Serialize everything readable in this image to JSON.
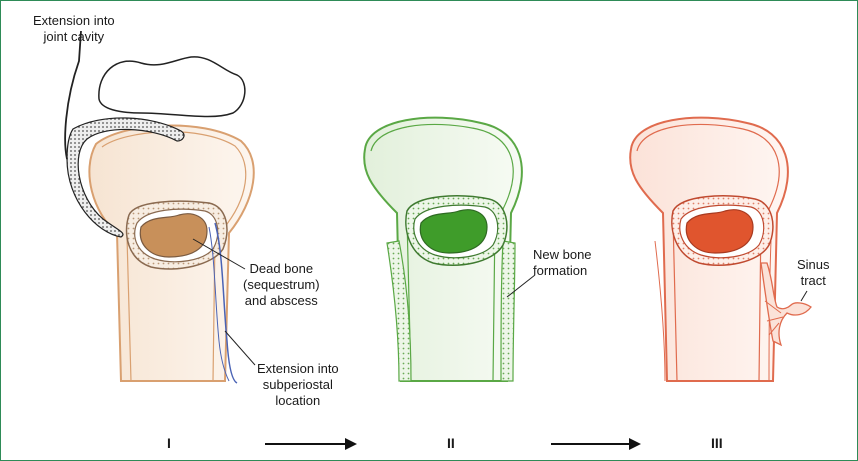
{
  "labels": {
    "joint": "Extension into\njoint cavity",
    "dead_bone": "Dead bone\n(sequestrum)\nand abscess",
    "subperiosteal": "Extension into\nsubperiostal\nlocation",
    "new_bone": "New bone\nformation",
    "sinus": "Sinus\ntract"
  },
  "stages": [
    "I",
    "II",
    "III"
  ],
  "colors": {
    "frame": "#2e8b57",
    "stage1_outline": "#d9a070",
    "stage1_fill": "#c8905a",
    "stage2_outline": "#5aa845",
    "stage2_fill": "#3f9c2a",
    "stage3_outline": "#e06b4e",
    "stage3_fill": "#e0552e",
    "subperiosteal_line": "#4a63b5"
  }
}
